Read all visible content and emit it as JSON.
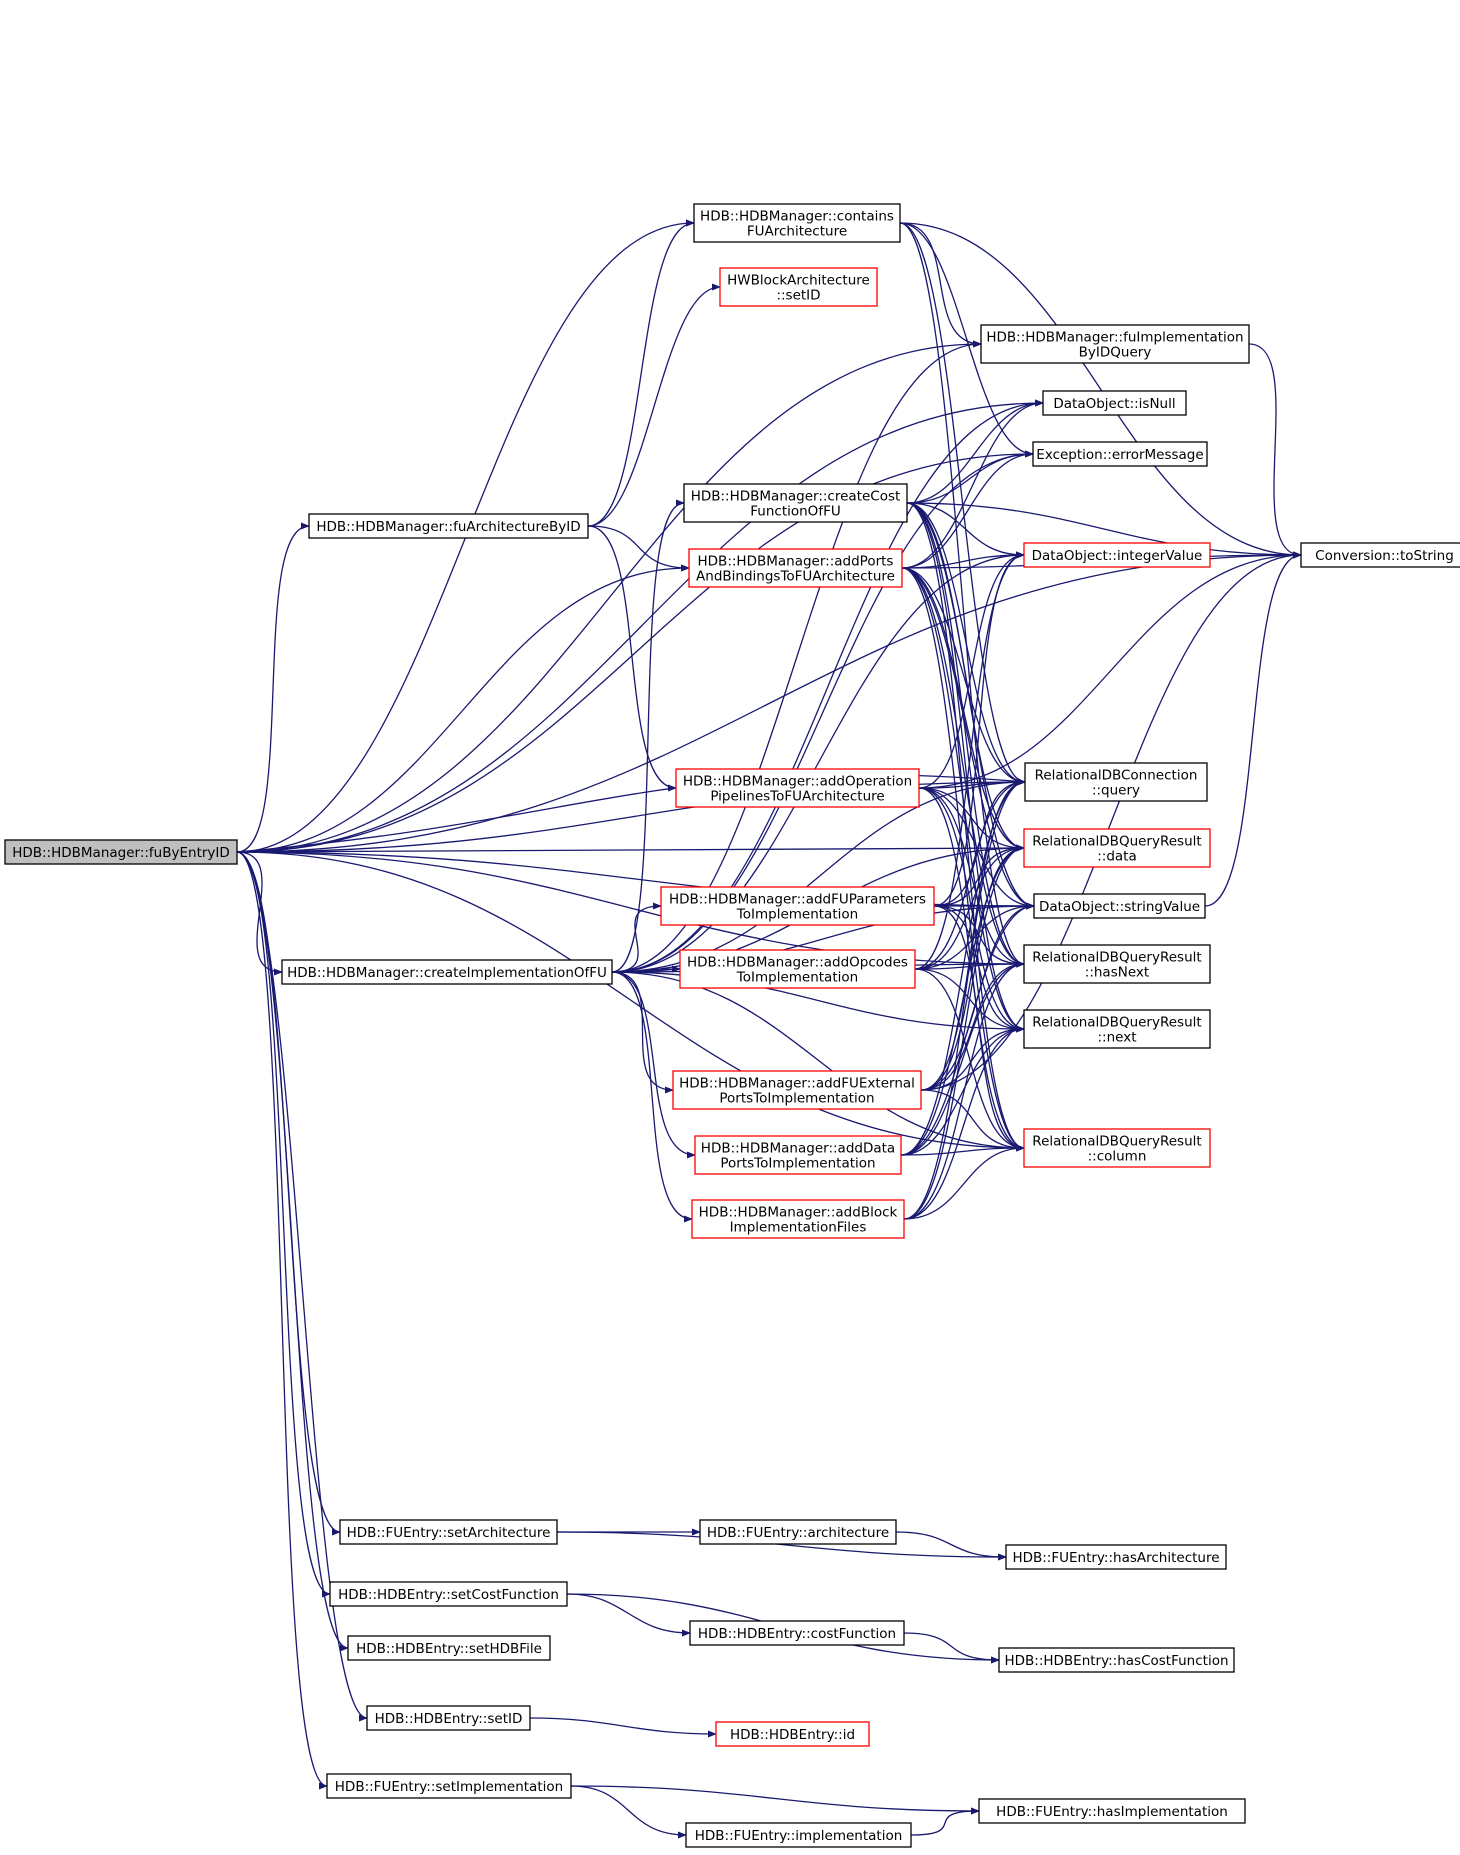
{
  "graph": {
    "nodes": [
      {
        "id": "fuByEntryID",
        "lines": [
          "HDB::HDBManager::fuByEntryID"
        ],
        "color": "black",
        "highlight": true
      },
      {
        "id": "containsFUArch",
        "lines": [
          "HDB::HDBManager::contains",
          "FUArchitecture"
        ],
        "color": "black"
      },
      {
        "id": "setIDHW",
        "lines": [
          "HWBlockArchitecture",
          "::setID"
        ],
        "color": "red"
      },
      {
        "id": "fuImplByIDQuery",
        "lines": [
          "HDB::HDBManager::fuImplementation",
          "ByIDQuery"
        ],
        "color": "black"
      },
      {
        "id": "isNull",
        "lines": [
          "DataObject::isNull"
        ],
        "color": "black"
      },
      {
        "id": "errorMessage",
        "lines": [
          "Exception::errorMessage"
        ],
        "color": "black"
      },
      {
        "id": "createCostFn",
        "lines": [
          "HDB::HDBManager::createCost",
          "FunctionOfFU"
        ],
        "color": "black"
      },
      {
        "id": "fuArchByID",
        "lines": [
          "HDB::HDBManager::fuArchitectureByID"
        ],
        "color": "black"
      },
      {
        "id": "addPorts",
        "lines": [
          "HDB::HDBManager::addPorts",
          "AndBindingsToFUArchitecture"
        ],
        "color": "red"
      },
      {
        "id": "integerValue",
        "lines": [
          "DataObject::integerValue"
        ],
        "color": "red"
      },
      {
        "id": "toString",
        "lines": [
          "Conversion::toString"
        ],
        "color": "black"
      },
      {
        "id": "addOpPipes",
        "lines": [
          "HDB::HDBManager::addOperation",
          "PipelinesToFUArchitecture"
        ],
        "color": "red"
      },
      {
        "id": "query",
        "lines": [
          "RelationalDBConnection",
          "::query"
        ],
        "color": "black"
      },
      {
        "id": "data",
        "lines": [
          "RelationalDBQueryResult",
          "::data"
        ],
        "color": "red"
      },
      {
        "id": "addFUParams",
        "lines": [
          "HDB::HDBManager::addFUParameters",
          "ToImplementation"
        ],
        "color": "red"
      },
      {
        "id": "stringValue",
        "lines": [
          "DataObject::stringValue"
        ],
        "color": "black"
      },
      {
        "id": "createImpl",
        "lines": [
          "HDB::HDBManager::createImplementationOfFU"
        ],
        "color": "black"
      },
      {
        "id": "addOpcodes",
        "lines": [
          "HDB::HDBManager::addOpcodes",
          "ToImplementation"
        ],
        "color": "red"
      },
      {
        "id": "hasNext",
        "lines": [
          "RelationalDBQueryResult",
          "::hasNext"
        ],
        "color": "black"
      },
      {
        "id": "next",
        "lines": [
          "RelationalDBQueryResult",
          "::next"
        ],
        "color": "black"
      },
      {
        "id": "addExtPorts",
        "lines": [
          "HDB::HDBManager::addFUExternal",
          "PortsToImplementation"
        ],
        "color": "red"
      },
      {
        "id": "addDataPorts",
        "lines": [
          "HDB::HDBManager::addData",
          "PortsToImplementation"
        ],
        "color": "red"
      },
      {
        "id": "column",
        "lines": [
          "RelationalDBQueryResult",
          "::column"
        ],
        "color": "red"
      },
      {
        "id": "addBlockImpl",
        "lines": [
          "HDB::HDBManager::addBlock",
          "ImplementationFiles"
        ],
        "color": "red"
      },
      {
        "id": "setArchitecture",
        "lines": [
          "HDB::FUEntry::setArchitecture"
        ],
        "color": "black"
      },
      {
        "id": "architecture",
        "lines": [
          "HDB::FUEntry::architecture"
        ],
        "color": "black"
      },
      {
        "id": "hasArchitecture",
        "lines": [
          "HDB::FUEntry::hasArchitecture"
        ],
        "color": "black"
      },
      {
        "id": "setCostFunction",
        "lines": [
          "HDB::HDBEntry::setCostFunction"
        ],
        "color": "black"
      },
      {
        "id": "costFunction",
        "lines": [
          "HDB::HDBEntry::costFunction"
        ],
        "color": "black"
      },
      {
        "id": "hasCostFunction",
        "lines": [
          "HDB::HDBEntry::hasCostFunction"
        ],
        "color": "black"
      },
      {
        "id": "setHDBFile",
        "lines": [
          "HDB::HDBEntry::setHDBFile"
        ],
        "color": "black"
      },
      {
        "id": "setIDEntry",
        "lines": [
          "HDB::HDBEntry::setID"
        ],
        "color": "black"
      },
      {
        "id": "idEntry",
        "lines": [
          "HDB::HDBEntry::id"
        ],
        "color": "red"
      },
      {
        "id": "setImplementation",
        "lines": [
          "HDB::FUEntry::setImplementation"
        ],
        "color": "black"
      },
      {
        "id": "hasImplementation",
        "lines": [
          "HDB::FUEntry::hasImplementation"
        ],
        "color": "black"
      },
      {
        "id": "implementation",
        "lines": [
          "HDB::FUEntry::implementation"
        ],
        "color": "black"
      }
    ],
    "edges": [
      [
        "fuByEntryID",
        "toString"
      ],
      [
        "fuByEntryID",
        "errorMessage"
      ],
      [
        "fuByEntryID",
        "isNull"
      ],
      [
        "fuByEntryID",
        "fuImplByIDQuery"
      ],
      [
        "fuByEntryID",
        "containsFUArch"
      ],
      [
        "fuByEntryID",
        "fuArchByID"
      ],
      [
        "fuByEntryID",
        "addPorts"
      ],
      [
        "fuByEntryID",
        "query"
      ],
      [
        "fuByEntryID",
        "query"
      ],
      [
        "fuByEntryID",
        "createImpl"
      ],
      [
        "fuByEntryID",
        "hasNext"
      ],
      [
        "fuByEntryID",
        "data"
      ],
      [
        "fuByEntryID",
        "stringValue"
      ],
      [
        "fuByEntryID",
        "column"
      ],
      [
        "fuByEntryID",
        "setArchitecture"
      ],
      [
        "fuByEntryID",
        "setCostFunction"
      ],
      [
        "fuByEntryID",
        "setHDBFile"
      ],
      [
        "fuByEntryID",
        "setIDEntry"
      ],
      [
        "fuByEntryID",
        "setImplementation"
      ],
      [
        "containsFUArch",
        "toString"
      ],
      [
        "containsFUArch",
        "errorMessage"
      ],
      [
        "containsFUArch",
        "fuImplByIDQuery"
      ],
      [
        "containsFUArch",
        "query"
      ],
      [
        "containsFUArch",
        "hasNext"
      ],
      [
        "fuImplByIDQuery",
        "toString"
      ],
      [
        "fuArchByID",
        "containsFUArch"
      ],
      [
        "fuArchByID",
        "setIDHW"
      ],
      [
        "fuArchByID",
        "addPorts"
      ],
      [
        "fuArchByID",
        "addOpPipes"
      ],
      [
        "createCostFn",
        "toString"
      ],
      [
        "createCostFn",
        "errorMessage"
      ],
      [
        "createCostFn",
        "isNull"
      ],
      [
        "createCostFn",
        "integerValue"
      ],
      [
        "createCostFn",
        "query"
      ],
      [
        "createCostFn",
        "data"
      ],
      [
        "createCostFn",
        "hasNext"
      ],
      [
        "createCostFn",
        "next"
      ],
      [
        "createCostFn",
        "column"
      ],
      [
        "createCostFn",
        "stringValue"
      ],
      [
        "addPorts",
        "toString"
      ],
      [
        "addPorts",
        "integerValue"
      ],
      [
        "addPorts",
        "isNull"
      ],
      [
        "addPorts",
        "errorMessage"
      ],
      [
        "addPorts",
        "query"
      ],
      [
        "addPorts",
        "data"
      ],
      [
        "addPorts",
        "hasNext"
      ],
      [
        "addPorts",
        "next"
      ],
      [
        "addPorts",
        "column"
      ],
      [
        "addPorts",
        "stringValue"
      ],
      [
        "addOpPipes",
        "toString"
      ],
      [
        "addOpPipes",
        "integerValue"
      ],
      [
        "addOpPipes",
        "query"
      ],
      [
        "addOpPipes",
        "data"
      ],
      [
        "addOpPipes",
        "hasNext"
      ],
      [
        "addOpPipes",
        "next"
      ],
      [
        "addOpPipes",
        "column"
      ],
      [
        "addOpPipes",
        "stringValue"
      ],
      [
        "addFUParams",
        "query"
      ],
      [
        "addFUParams",
        "data"
      ],
      [
        "addFUParams",
        "stringValue"
      ],
      [
        "addFUParams",
        "hasNext"
      ],
      [
        "addFUParams",
        "next"
      ],
      [
        "addFUParams",
        "column"
      ],
      [
        "addFUParams",
        "integerValue"
      ],
      [
        "addOpcodes",
        "query"
      ],
      [
        "addOpcodes",
        "data"
      ],
      [
        "addOpcodes",
        "stringValue"
      ],
      [
        "addOpcodes",
        "hasNext"
      ],
      [
        "addOpcodes",
        "next"
      ],
      [
        "addOpcodes",
        "column"
      ],
      [
        "addOpcodes",
        "integerValue"
      ],
      [
        "addExtPorts",
        "toString"
      ],
      [
        "addExtPorts",
        "query"
      ],
      [
        "addExtPorts",
        "data"
      ],
      [
        "addExtPorts",
        "stringValue"
      ],
      [
        "addExtPorts",
        "hasNext"
      ],
      [
        "addExtPorts",
        "next"
      ],
      [
        "addExtPorts",
        "column"
      ],
      [
        "addDataPorts",
        "query"
      ],
      [
        "addDataPorts",
        "data"
      ],
      [
        "addDataPorts",
        "stringValue"
      ],
      [
        "addDataPorts",
        "hasNext"
      ],
      [
        "addDataPorts",
        "next"
      ],
      [
        "addDataPorts",
        "column"
      ],
      [
        "addBlockImpl",
        "query"
      ],
      [
        "addBlockImpl",
        "data"
      ],
      [
        "addBlockImpl",
        "hasNext"
      ],
      [
        "addBlockImpl",
        "next"
      ],
      [
        "addBlockImpl",
        "column"
      ],
      [
        "createImpl",
        "createCostFn"
      ],
      [
        "createImpl",
        "addFUParams"
      ],
      [
        "createImpl",
        "addOpcodes"
      ],
      [
        "createImpl",
        "addExtPorts"
      ],
      [
        "createImpl",
        "addDataPorts"
      ],
      [
        "createImpl",
        "addBlockImpl"
      ],
      [
        "createImpl",
        "fuImplByIDQuery"
      ],
      [
        "createImpl",
        "errorMessage"
      ],
      [
        "createImpl",
        "integerValue"
      ],
      [
        "createImpl",
        "query"
      ],
      [
        "createImpl",
        "data"
      ],
      [
        "createImpl",
        "hasNext"
      ],
      [
        "createImpl",
        "next"
      ],
      [
        "createImpl",
        "stringValue"
      ],
      [
        "createImpl",
        "column"
      ],
      [
        "createImpl",
        "isNull"
      ],
      [
        "setArchitecture",
        "architecture"
      ],
      [
        "setArchitecture",
        "hasArchitecture"
      ],
      [
        "architecture",
        "hasArchitecture"
      ],
      [
        "setCostFunction",
        "costFunction"
      ],
      [
        "setCostFunction",
        "hasCostFunction"
      ],
      [
        "costFunction",
        "hasCostFunction"
      ],
      [
        "setIDEntry",
        "idEntry"
      ],
      [
        "setImplementation",
        "hasImplementation"
      ],
      [
        "setImplementation",
        "implementation"
      ],
      [
        "implementation",
        "hasImplementation"
      ],
      [
        "stringValue",
        "toString"
      ]
    ],
    "colors": {
      "edge": "#191970",
      "node_border_black": "#000000",
      "node_border_red": "#ff0000",
      "highlight_fill": "#bfbfbf"
    }
  }
}
